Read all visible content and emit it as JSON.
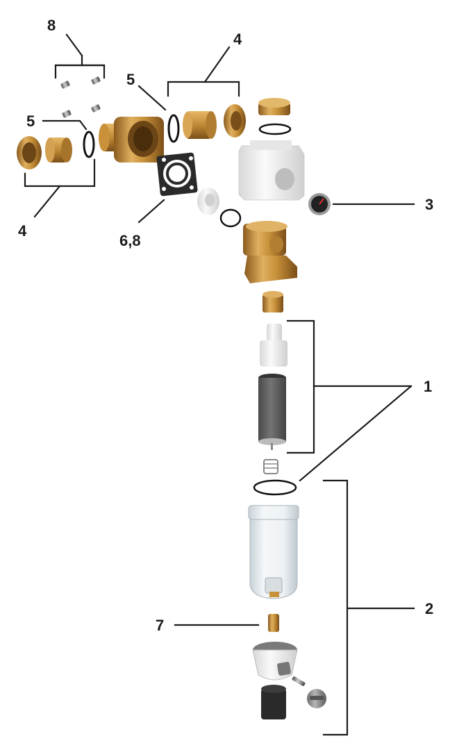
{
  "diagram": {
    "labels": {
      "top_bolts": "8",
      "left_oring": "5",
      "left_union": "4",
      "flange_gasket": "6,8",
      "top_oring": "5",
      "right_union": "4",
      "pressure_gauge": "3",
      "filter_insert": "1",
      "filter_bowl": "2",
      "drain_fitting": "7"
    },
    "colors": {
      "brass": "#c8913a",
      "brass_dark": "#8a5a1e",
      "white_part": "#f2f2f2",
      "gray_part": "#9a9a9a",
      "black_part": "#2a2a2a",
      "clear_bowl": "#e4eaee",
      "line": "#1a1a1a"
    }
  }
}
